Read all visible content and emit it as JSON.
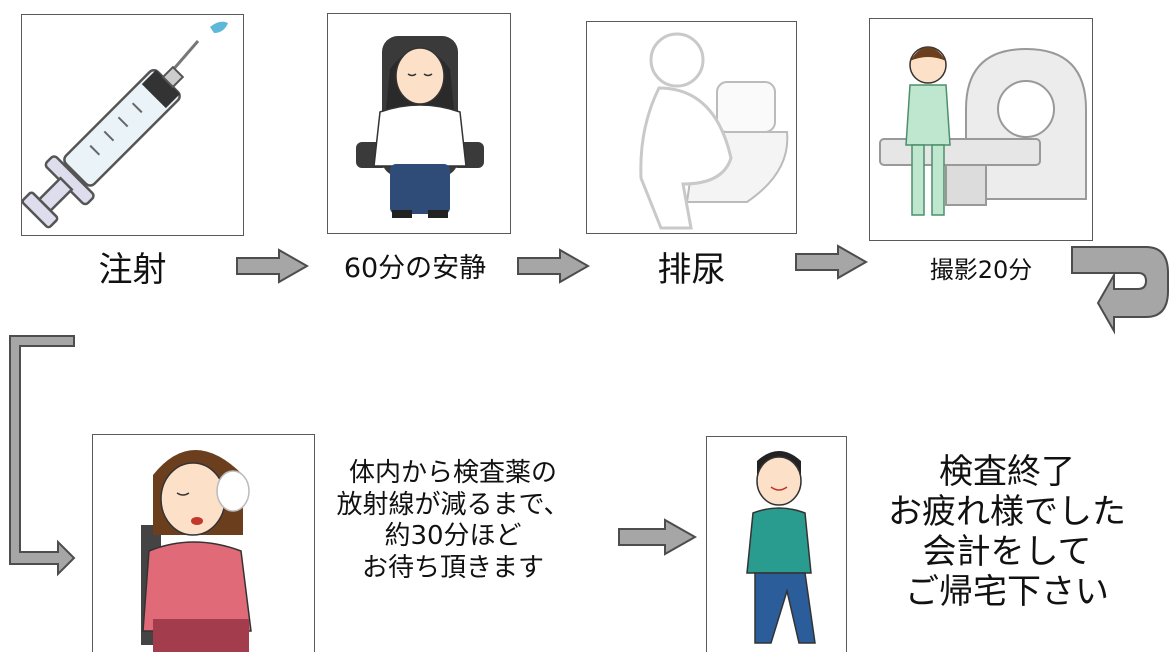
{
  "steps": [
    {
      "label": "注射",
      "icon": "syringe-icon"
    },
    {
      "label": "60分の安静",
      "icon": "resting-woman-icon"
    },
    {
      "label": "排尿",
      "icon": "toilet-icon"
    },
    {
      "label": "撮影20分",
      "icon": "ct-scanner-nurse-icon"
    }
  ],
  "wait": {
    "icon": "waiting-woman-icon",
    "lines": [
      "体内から検査薬の",
      "放射線が減るまで、",
      "約30分ほど",
      "お待ち頂きます"
    ]
  },
  "finish": {
    "icon": "walking-man-icon",
    "lines": [
      "検査終了",
      "お疲れ様でした",
      "会計をして",
      "ご帰宅下さい"
    ]
  },
  "colors": {
    "arrow_fill": "#a6a6a6",
    "arrow_stroke": "#4d4d4d",
    "frame_border": "#5a5a5a"
  }
}
